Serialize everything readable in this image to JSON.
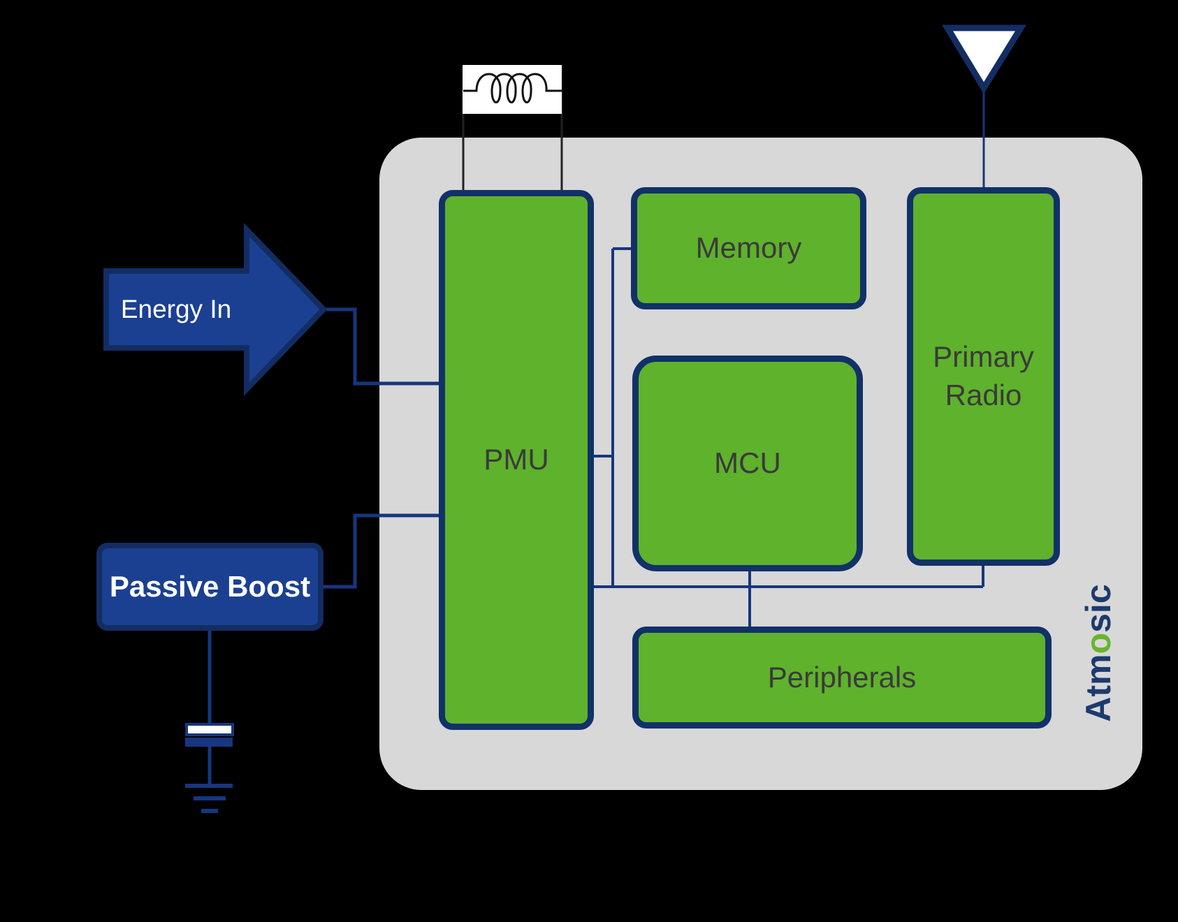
{
  "colors": {
    "bg_black": "#000000",
    "chip_gray": "#d8d8d8",
    "block_green": "#5fb22c",
    "border_navy": "#113168",
    "wire_blue": "#16367f",
    "lead_black": "#222222",
    "input_blue": "#1b4091",
    "input_blue_border": "#132d63",
    "label_dark": "#3a3a3a",
    "logo_navy": "#1d3a6d",
    "logo_green": "#68b42e"
  },
  "chip": {
    "blocks": {
      "pmu": "PMU",
      "memory": "Memory",
      "mcu": "MCU",
      "primary_radio": "Primary Radio",
      "peripherals": "Peripherals"
    },
    "logo": {
      "prefix": "Atm",
      "accent": "o",
      "suffix": "sic"
    }
  },
  "external": {
    "energy_in": "Energy In",
    "passive_boost": "Passive Boost"
  },
  "icons": {
    "inductor": "inductor-icon",
    "antenna": "antenna-icon",
    "capacitor": "capacitor-icon",
    "ground": "ground-icon",
    "arrow": "energy-in-arrow"
  }
}
